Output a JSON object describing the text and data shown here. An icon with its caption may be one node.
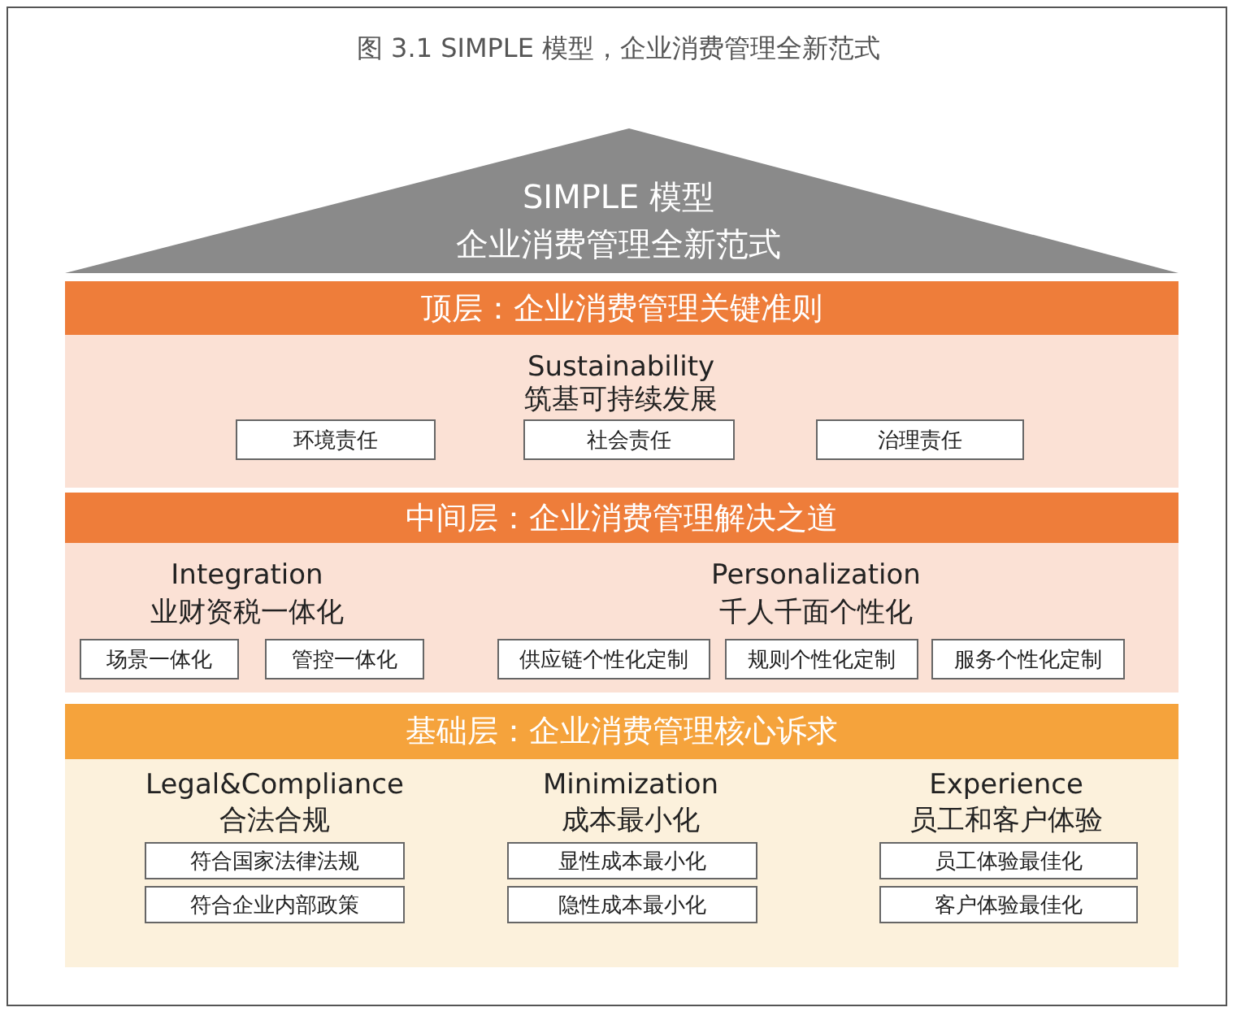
{
  "diagram": {
    "caption": "图 3.1 SIMPLE 模型，企业消费管理全新范式",
    "nodes": [
      {
        "text": [
          "SIMPLE 模型",
          "企业消费管理全新范式"
        ]
      },
      {
        "text": [
          "顶层：企业消费管理关键准则",
          "Sustainability",
          "筑基可持续发展"
        ]
      },
      {
        "text": [
          "环境责任"
        ],
        "in": 1
      },
      {
        "text": [
          "社会责任"
        ],
        "in": 1
      },
      {
        "text": [
          "治理责任"
        ],
        "in": 1
      },
      {
        "text": [
          "中间层：企业消费管理解决之道",
          "Integration",
          "业财资税一体化",
          "Personalization",
          "千人千面个性化"
        ]
      },
      {
        "text": [
          "场景一体化"
        ],
        "in": 5
      },
      {
        "text": [
          "管控一体化"
        ],
        "in": 5
      },
      {
        "text": [
          "供应链个性化定制"
        ],
        "in": 5
      },
      {
        "text": [
          "规则个性化定制"
        ],
        "in": 5
      },
      {
        "text": [
          "服务个性化定制"
        ],
        "in": 5
      },
      {
        "text": [
          "基础层：企业消费管理核心诉求",
          "Legal&Compliance",
          "合法合规",
          "Minimization",
          "成本最小化",
          "Experience",
          "员工和客户体验"
        ]
      },
      {
        "text": [
          "符合国家法律法规"
        ],
        "in": 11
      },
      {
        "text": [
          "符合企业内部政策"
        ],
        "in": 11
      },
      {
        "text": [
          "显性成本最小化"
        ],
        "in": 11
      },
      {
        "text": [
          "隐性成本最小化"
        ],
        "in": 11
      },
      {
        "text": [
          "员工体验最佳化"
        ],
        "in": 11
      },
      {
        "text": [
          "客户体验最佳化"
        ],
        "in": 11
      }
    ]
  }
}
